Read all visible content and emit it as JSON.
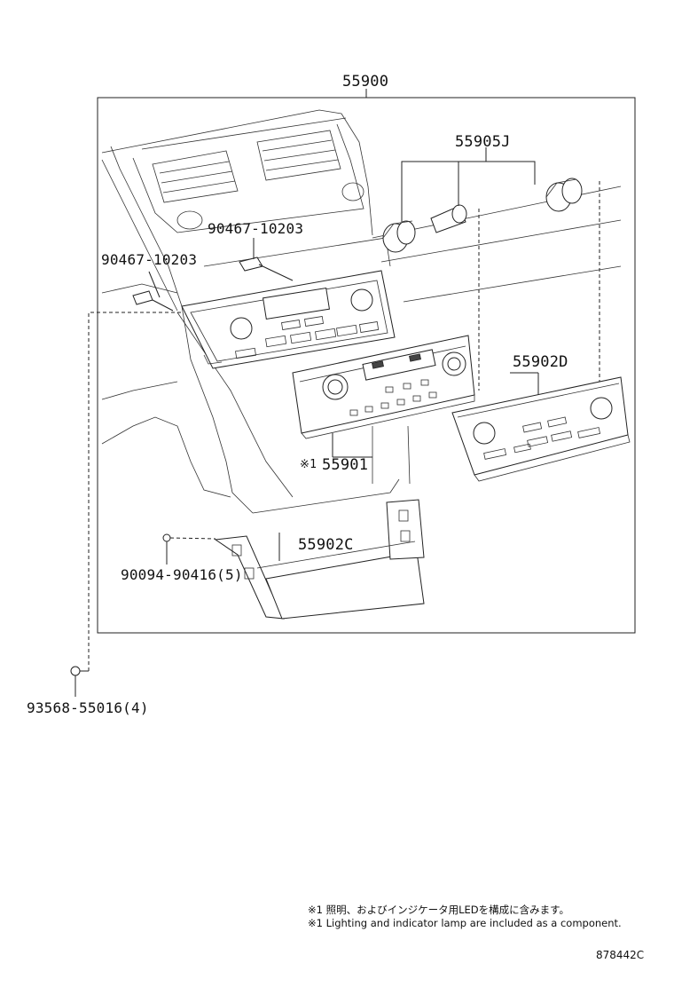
{
  "diagram": {
    "assembly_number": "55900",
    "parts": {
      "knob": "55905J",
      "clip_upper": "90467-10203",
      "clip_left": "90467-10203",
      "panel_d": "55902D",
      "control_unit_marker": "※1",
      "control_unit": "55901",
      "panel_c": "55902C",
      "screw_inner": "90094-90416(5)",
      "screw_outer": "93568-55016(4)"
    },
    "notes": {
      "jp": "※1 照明、およびインジケータ用LEDを構成に含みます。",
      "en": "※1 Lighting and indicator lamp are included as a component."
    },
    "figure_code": "878442C"
  }
}
